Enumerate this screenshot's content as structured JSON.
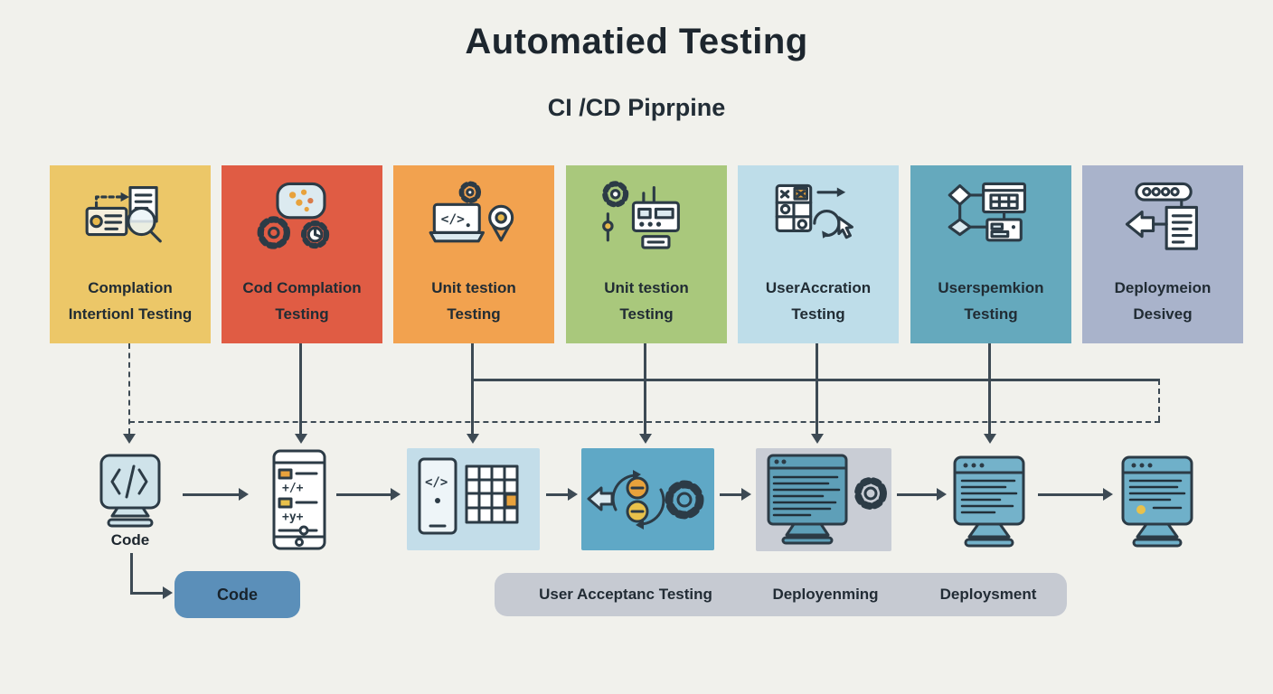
{
  "title": "Automatied Testing",
  "subtitle": "CI /CD Piprpine",
  "colors": {
    "ink": "#2c3b46",
    "line": "#3d4a54",
    "background": "#f1f1ec"
  },
  "cards": [
    {
      "icon": "search-documents-icon",
      "line1": "Complation",
      "line2": "Intertionl Testing",
      "color": "#ecc768"
    },
    {
      "icon": "gears-icon",
      "line1": "Cod Complation",
      "line2": "Testing",
      "color": "#e05c44"
    },
    {
      "icon": "laptop-gear-pin-icon",
      "line1": "Unit testion",
      "line2": "Testing",
      "color": "#f2a24f"
    },
    {
      "icon": "gear-device-icon",
      "line1": "Unit testion",
      "line2": "Testing",
      "color": "#a9c87c"
    },
    {
      "icon": "document-cursor-icon",
      "line1": "UserAccration",
      "line2": "Testing",
      "color": "#bedde9"
    },
    {
      "icon": "flowchart-grid-icon",
      "line1": "Userspemkion",
      "line2": "Testing",
      "color": "#65a9bd"
    },
    {
      "icon": "deploy-document-icon",
      "line1": "Deploymeion",
      "line2": "Desiveg",
      "color": "#a9b3cb"
    }
  ],
  "pipeline": {
    "code_label": "Code",
    "steps": [
      {
        "name": "code-monitor-icon"
      },
      {
        "name": "phone-checklist-icon"
      },
      {
        "name": "mobile-testing-panel",
        "color": "#c3dde9"
      },
      {
        "name": "integration-gears-panel",
        "color": "#5fa8c6"
      },
      {
        "name": "server-gear-panel",
        "color": "#c9cdd5"
      },
      {
        "name": "terminal-monitor-icon"
      },
      {
        "name": "terminal-monitor-icon-2"
      }
    ]
  },
  "bottom": {
    "code_badge": "Code",
    "code_badge_color": "#5b8fb9",
    "bar_color": "#c6cad2",
    "bar_labels": [
      "User Acceptanc Testing",
      "Deployenming",
      "Deploysment"
    ]
  }
}
